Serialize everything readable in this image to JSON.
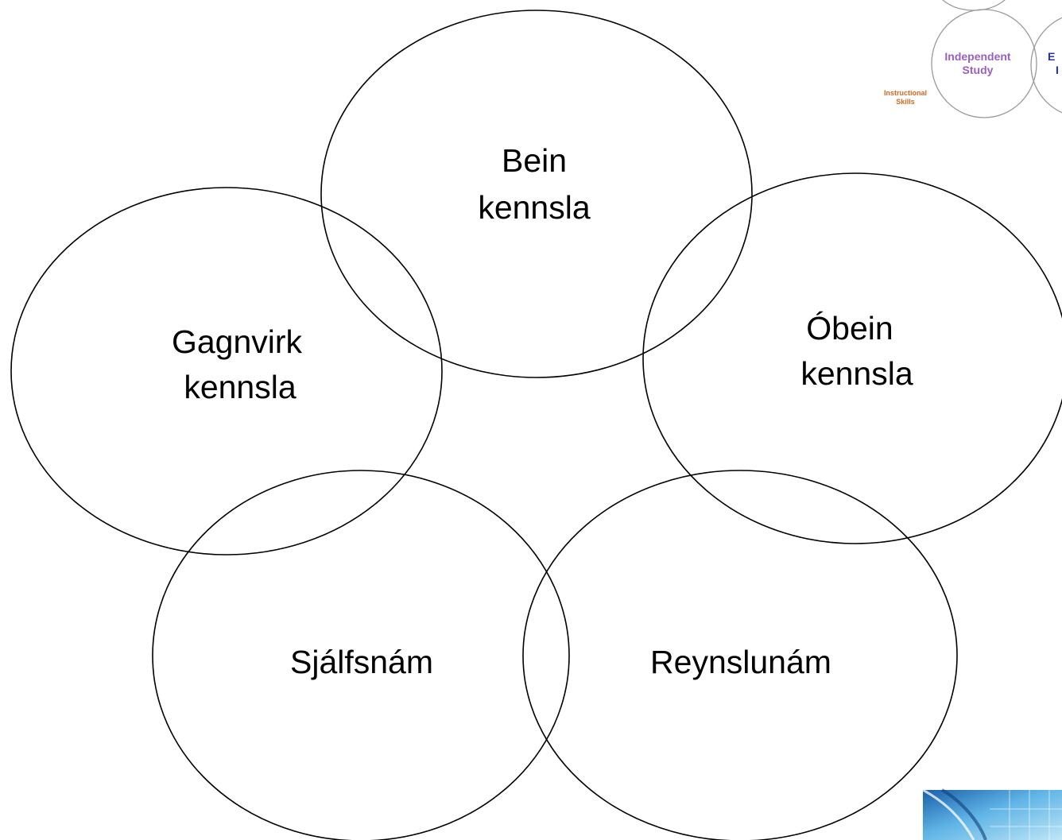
{
  "diagram": {
    "circles": [
      {
        "id": "bein",
        "lines": [
          "Bein",
          "kennsla"
        ]
      },
      {
        "id": "gagnvirk",
        "lines": [
          "Gagnvirk",
          "kennsla"
        ]
      },
      {
        "id": "obein",
        "lines": [
          "Óbein",
          "kennsla"
        ]
      },
      {
        "id": "sjalfsnam",
        "lines": [
          "Sjálfsnám"
        ]
      },
      {
        "id": "reynslunam",
        "lines": [
          "Reynslunám"
        ]
      }
    ]
  },
  "thumbnail": {
    "independent_line1": "Independent",
    "independent_line2": "Study",
    "instructional_line1": "Instructional",
    "instructional_line2": "Skills",
    "cut_fragment_1": "E",
    "cut_fragment_2": "I",
    "colors": {
      "independent": "#9b5fc0",
      "instructional": "#d2691e",
      "cut": "#2233aa",
      "outline": "#9a9a9a"
    }
  },
  "corner_image": {
    "icon": "blue-tile-icon",
    "colors": [
      "#1a5fa8",
      "#5fb4e6",
      "#bfe6f7"
    ]
  }
}
